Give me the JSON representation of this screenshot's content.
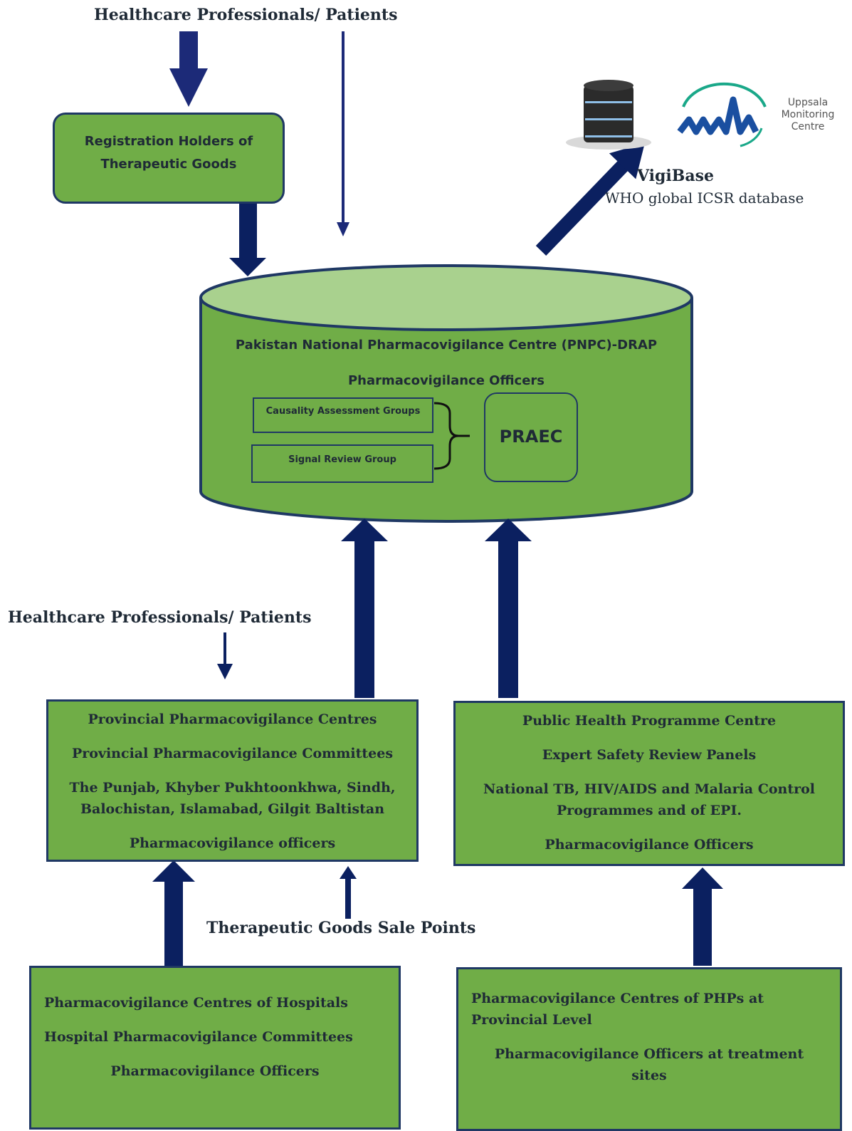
{
  "top_source_label": "Healthcare Professionals/ Patients",
  "registration_box": "Registration Holders of Therapeutic Goods",
  "vigibase": {
    "name": "VigiBase",
    "description": "WHO global ICSR database",
    "logo_text": [
      "Uppsala",
      "Monitoring",
      "Centre"
    ]
  },
  "pnpc": {
    "title": "Pakistan National Pharmacovigilance Centre (PNPC)-DRAP",
    "officers": "Pharmacovigilance Officers",
    "groups": [
      "Causality Assessment Groups",
      "Signal Review Group"
    ],
    "praec": "PRAEC"
  },
  "middle_source_label": "Healthcare Professionals/ Patients",
  "provincial_box": {
    "lines": [
      "Provincial Pharmacovigilance Centres",
      "Provincial Pharmacovigilance Committees",
      "The Punjab, Khyber Pukhtoonkhwa, Sindh, Balochistan, Islamabad, Gilgit Baltistan",
      "Pharmacovigilance officers"
    ]
  },
  "public_health_box": {
    "lines": [
      "Public Health Programme Centre",
      "Expert Safety Review Panels",
      "National TB, HIV/AIDS and Malaria Control Programmes and of EPI.",
      "Pharmacovigilance Officers"
    ]
  },
  "sale_points_label": "Therapeutic Goods Sale Points",
  "hospital_box": {
    "lines": [
      "Pharmacovigilance Centres of Hospitals",
      "Hospital Pharmacovigilance Committees",
      "Pharmacovigilance Officers"
    ]
  },
  "php_box": {
    "lines": [
      "Pharmacovigilance Centres of PHPs at Provincial Level",
      "Pharmacovigilance Officers at treatment sites"
    ]
  },
  "colors": {
    "box_fill": "#70ad47",
    "cylinder_top": "#a9d18e",
    "border_navy": "#1f3864",
    "arrow_navy": "#0b2060"
  }
}
